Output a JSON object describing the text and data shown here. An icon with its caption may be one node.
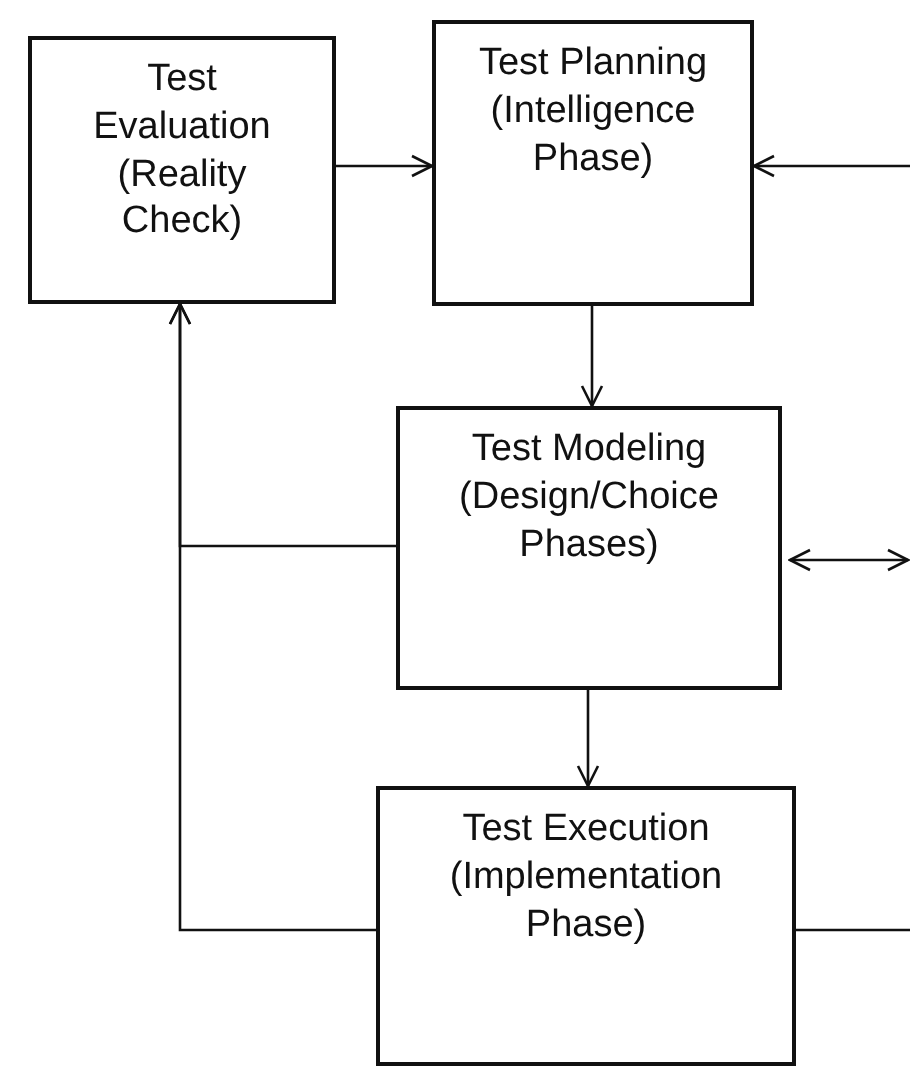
{
  "diagram": {
    "nodes": [
      {
        "text": [
          "Test Evaluation (Reality Check)"
        ]
      },
      {
        "text": [
          "Test Planning (Intelligence Phase)"
        ]
      },
      {
        "text": [
          "Test Modeling (Design/Choice Phases)"
        ]
      },
      {
        "text": [
          "Test Execution (Implementation Phase)"
        ]
      }
    ],
    "edges": [
      {
        "from": 0,
        "to": 1,
        "arrow": "to"
      },
      {
        "from": null,
        "to": 1,
        "arrow": "to"
      },
      {
        "from": 1,
        "to": 2,
        "arrow": "to"
      },
      {
        "from": 2,
        "to": 3,
        "arrow": "to"
      },
      {
        "from": 2,
        "to": 0,
        "arrow": "to"
      },
      {
        "from": 3,
        "to": 0,
        "arrow": "to"
      },
      {
        "from": 2,
        "to": null,
        "arrow": "both"
      },
      {
        "from": 3,
        "to": null,
        "arrow": "none"
      }
    ]
  }
}
